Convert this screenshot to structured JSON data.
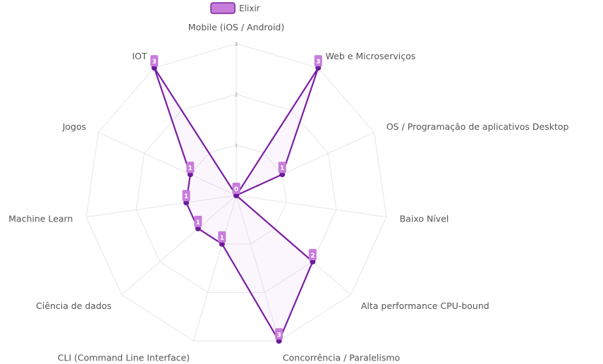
{
  "chart_data": {
    "type": "radar",
    "axes": [
      "Mobile (iOS / Android)",
      "Web e Microserviços",
      "OS / Programação de aplicativos Desktop",
      "Baixo Nível",
      "Alta performance CPU-bound",
      "Concorrência / Paralelismo",
      "CLI (Command Line Interface)",
      "Ciência de dados",
      "Machine Learn",
      "Jogos",
      "IOT"
    ],
    "series": [
      {
        "name": "Elixir",
        "points": [
          {
            "axis": "Mobile (iOS / Android)",
            "value": 0
          },
          {
            "axis": "Web e Microserviços",
            "value": 3
          },
          {
            "axis": "OS / Programação de aplicativos Desktop",
            "value": 1
          },
          {
            "axis": "Baixo Nível",
            "value": 0
          },
          {
            "axis": "Alta performance CPU-bound",
            "value": 2
          },
          {
            "axis": "Concorrência / Paralelismo",
            "value": 3
          },
          {
            "axis": "CLI (Command Line Interface)",
            "value": 1
          },
          {
            "axis": "Ciência de dados",
            "value": 1
          },
          {
            "axis": "Machine Learn",
            "value": 1
          },
          {
            "axis": "Jogos",
            "value": 1
          },
          {
            "axis": "IOT",
            "value": 3
          }
        ]
      }
    ],
    "ticks": [
      "1",
      "2",
      "3"
    ],
    "range": [
      0,
      3
    ],
    "legend_position": "top",
    "colors": {
      "line": "#7a1fa2",
      "point": "#6a1b9a",
      "fill": "#c98ae0",
      "label_box": "#c77ddb",
      "grid": "#e6e6e6"
    }
  }
}
